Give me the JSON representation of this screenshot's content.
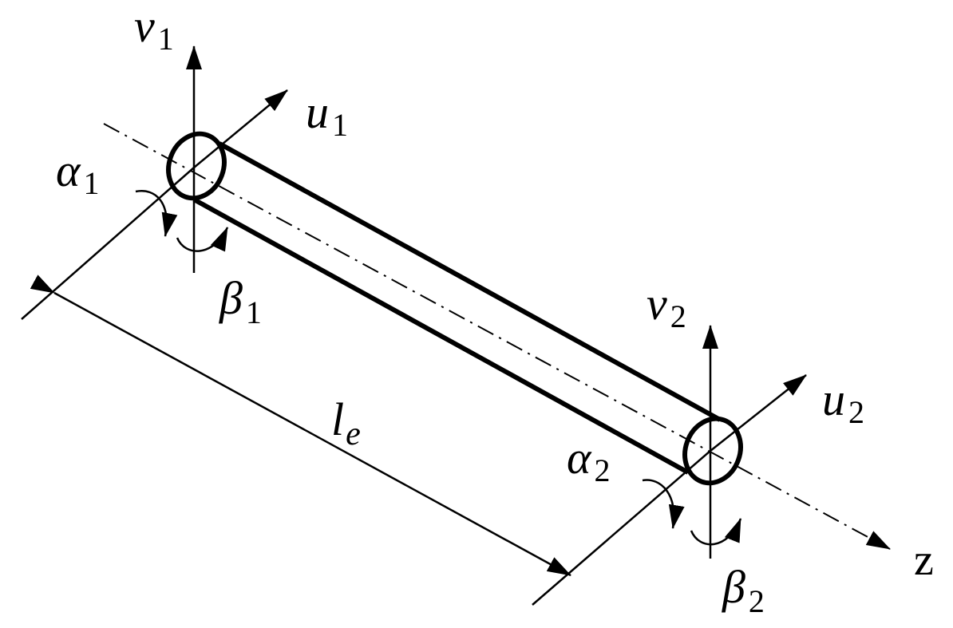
{
  "colors": {
    "ink": "#000000",
    "background": "#ffffff"
  },
  "labels": {
    "node1": {
      "v": {
        "main": "v",
        "sub": "1"
      },
      "u": {
        "main": "u",
        "sub": "1"
      },
      "alpha": {
        "main": "α",
        "sub": "1"
      },
      "beta": {
        "main": "β",
        "sub": "1"
      }
    },
    "node2": {
      "v": {
        "main": "v",
        "sub": "2"
      },
      "u": {
        "main": "u",
        "sub": "2"
      },
      "alpha": {
        "main": "α",
        "sub": "2"
      },
      "beta": {
        "main": "β",
        "sub": "2"
      }
    },
    "length": {
      "main": "l",
      "sub": "e"
    },
    "axis": "z"
  }
}
